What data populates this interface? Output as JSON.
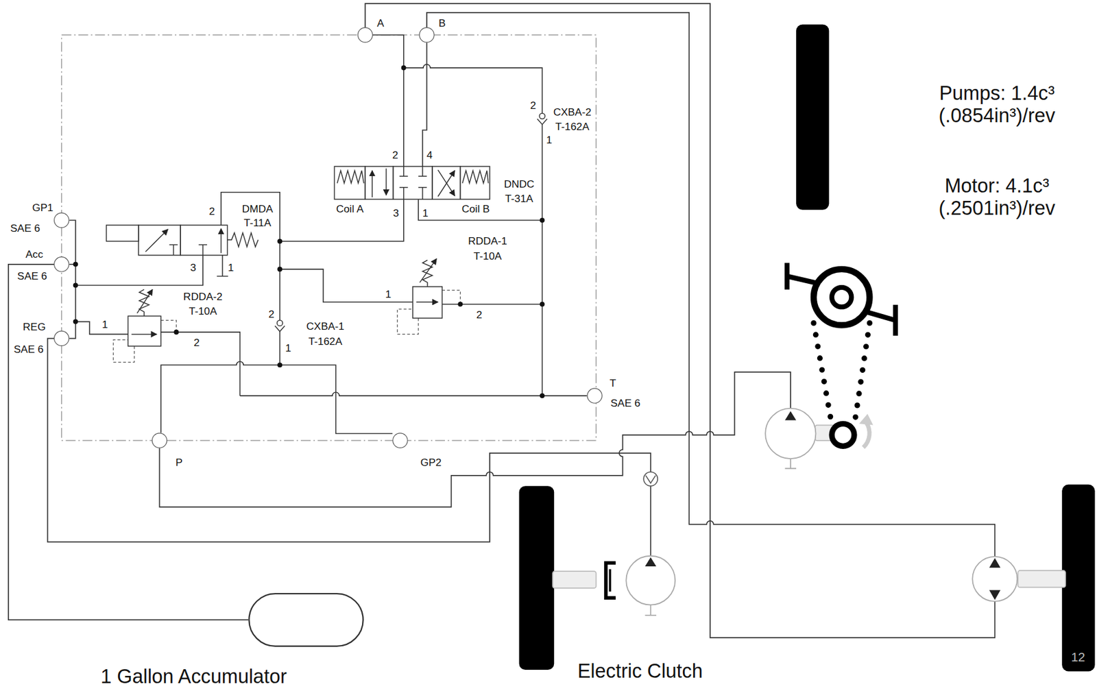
{
  "diagram": {
    "nodes": [
      {
        "text": [
          "A"
        ]
      },
      {
        "text": [
          "B"
        ]
      },
      {
        "text": [
          "GP1",
          "SAE 6"
        ]
      },
      {
        "text": [
          "Acc",
          "SAE 6"
        ]
      },
      {
        "text": [
          "REG",
          "SAE 6"
        ]
      },
      {
        "text": [
          "P"
        ]
      },
      {
        "text": [
          "GP2"
        ]
      },
      {
        "text": [
          "T",
          "SAE 6"
        ]
      },
      {
        "text": [
          "1 Gallon Accumulator"
        ]
      }
    ],
    "edges": [
      {
        "from": 3,
        "to": 8,
        "arrow": "none"
      }
    ],
    "labels": [
      "CXBA-2",
      "T-162A",
      "2",
      "1",
      "2",
      "4",
      "Coil A",
      "3",
      "1",
      "Coil B",
      "DNDC",
      "T-31A",
      "DMDA",
      "T-11A",
      "2",
      "3",
      "1",
      "RDDA-1",
      "T-10A",
      "1",
      "2",
      "RDDA-2",
      "T-10A",
      "1",
      "2",
      "2",
      "1",
      "CXBA-1",
      "T-162A",
      "Pumps: 1.4c³ (.0854in³)/rev",
      "Motor: 4.1c³ (.2501in³)/rev",
      "Electric Clutch",
      "12"
    ]
  }
}
